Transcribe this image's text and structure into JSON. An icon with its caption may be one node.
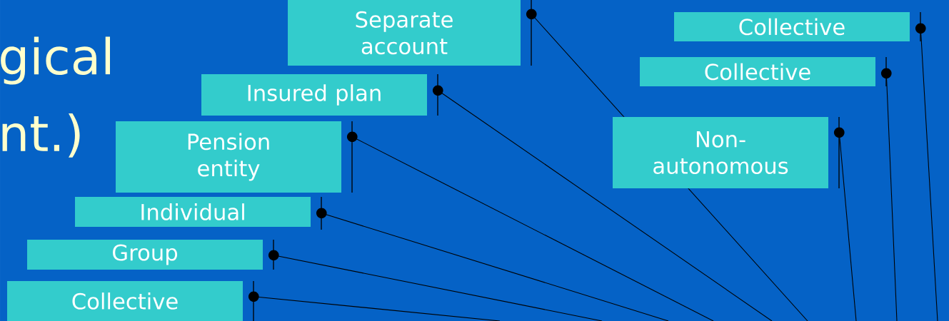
{
  "diagram": {
    "nodes": [
      {
        "text": [
          "Separate account"
        ]
      },
      {
        "text": [
          "Insured plan"
        ]
      },
      {
        "text": [
          "Pension entity"
        ]
      },
      {
        "text": [
          "Individual"
        ]
      },
      {
        "text": [
          "Group"
        ]
      },
      {
        "text": [
          "Collective"
        ]
      },
      {
        "text": [
          "Collective"
        ]
      },
      {
        "text": [
          "Collective"
        ]
      },
      {
        "text": [
          "Non-autonomous"
        ]
      }
    ],
    "edges": [
      {
        "from": 0,
        "to": null,
        "arrow": "other"
      },
      {
        "from": 1,
        "to": null,
        "arrow": "other"
      },
      {
        "from": 2,
        "to": null,
        "arrow": "other"
      },
      {
        "from": 3,
        "to": null,
        "arrow": "other"
      },
      {
        "from": 4,
        "to": null,
        "arrow": "other"
      },
      {
        "from": 5,
        "to": null,
        "arrow": "other"
      },
      {
        "from": 6,
        "to": null,
        "arrow": "other"
      },
      {
        "from": 7,
        "to": null,
        "arrow": "other"
      },
      {
        "from": 8,
        "to": null,
        "arrow": "other"
      }
    ],
    "labels": [
      "gical",
      "nt.)"
    ]
  }
}
